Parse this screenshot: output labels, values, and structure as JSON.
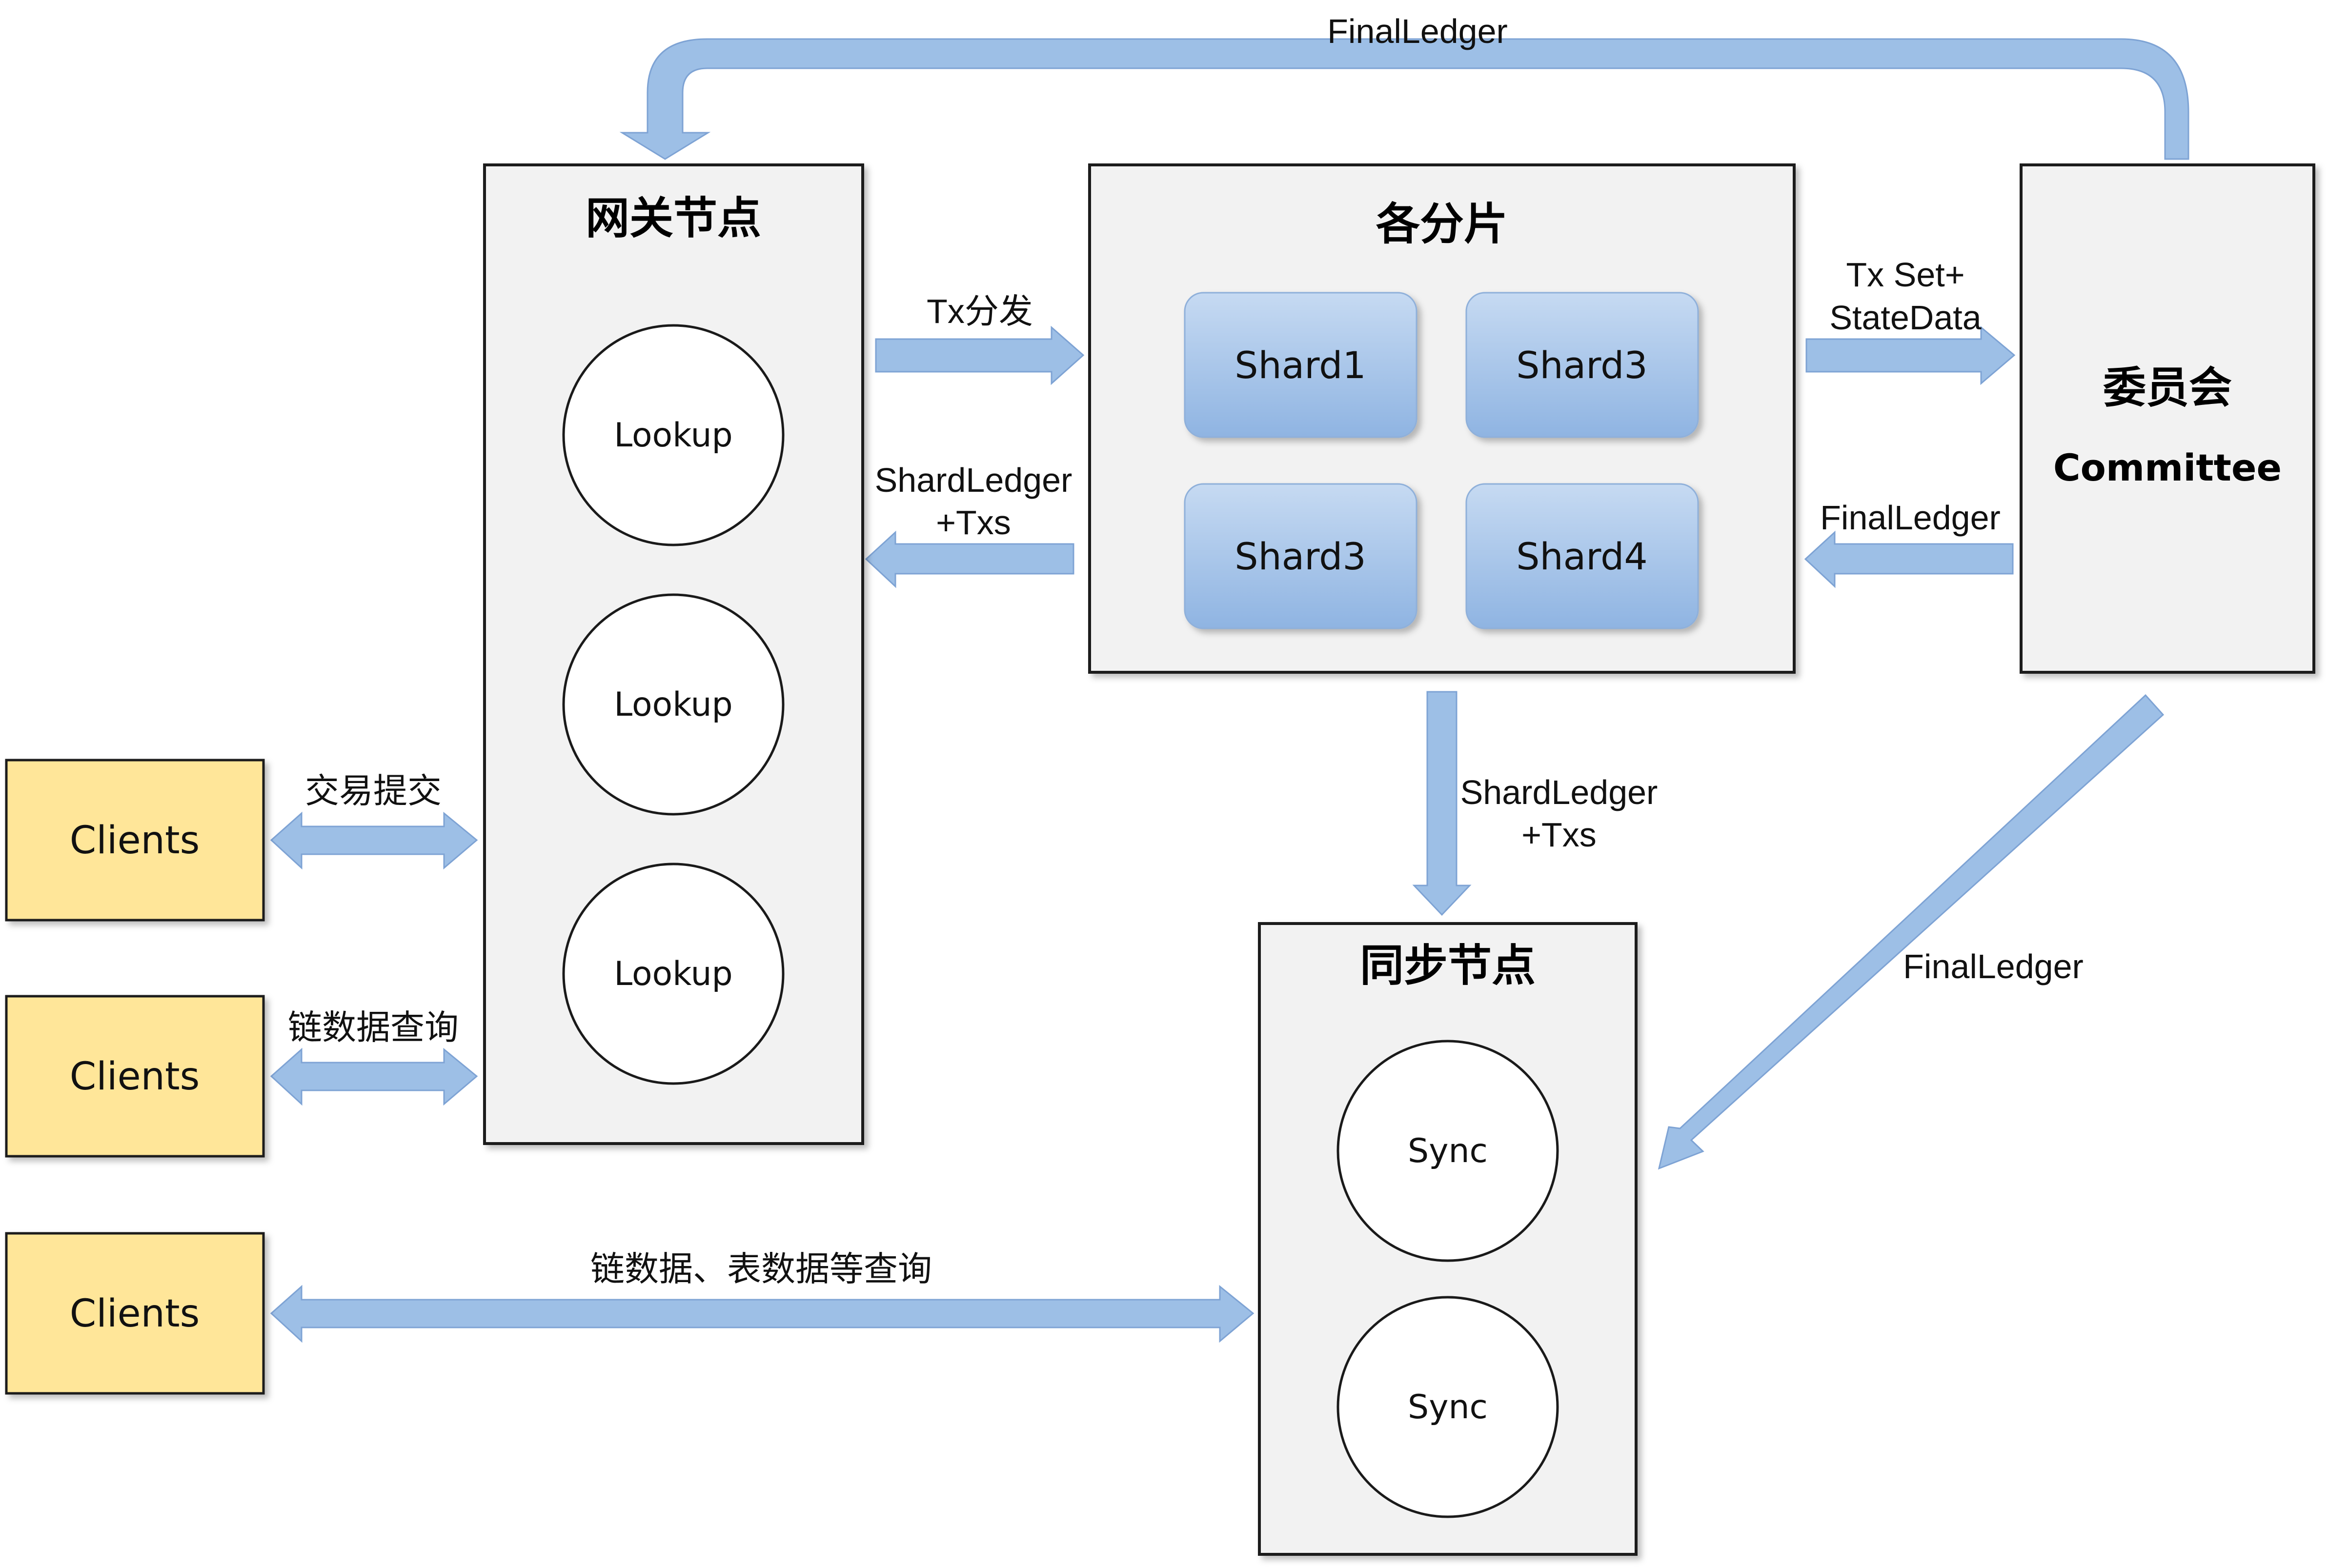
{
  "gateway": {
    "title": "网关节点",
    "nodes": [
      "Lookup",
      "Lookup",
      "Lookup"
    ]
  },
  "shards": {
    "title": "各分片",
    "items": [
      "Shard1",
      "Shard3",
      "Shard3",
      "Shard4"
    ]
  },
  "committee": {
    "title_cn": "委员会",
    "title_en": "Committee"
  },
  "sync": {
    "title": "同步节点",
    "nodes": [
      "Sync",
      "Sync"
    ]
  },
  "clients": [
    "Clients",
    "Clients",
    "Clients"
  ],
  "edges": {
    "top_finalledger": "FinalLedger",
    "tx_dispatch": "Tx分发",
    "shardledger_to_gateway_1": "ShardLedger",
    "shardledger_to_gateway_2": "+Txs",
    "txset_1": "Tx Set+",
    "txset_2": "StateData",
    "finalledger_to_shards": "FinalLedger",
    "shardledger_to_sync_1": "ShardLedger",
    "shardledger_to_sync_2": "+Txs",
    "finalledger_to_sync": "FinalLedger",
    "client_submit": "交易提交",
    "client_chain_query": "链数据查询",
    "client_sync_query": "链数据、表数据等查询"
  },
  "colors": {
    "arrow_fill": "#9dbfe6",
    "client_fill": "#ffe699",
    "box_fill": "#f2f2f2",
    "shard_top": "#c6daf2",
    "shard_bottom": "#8fb4e2"
  }
}
